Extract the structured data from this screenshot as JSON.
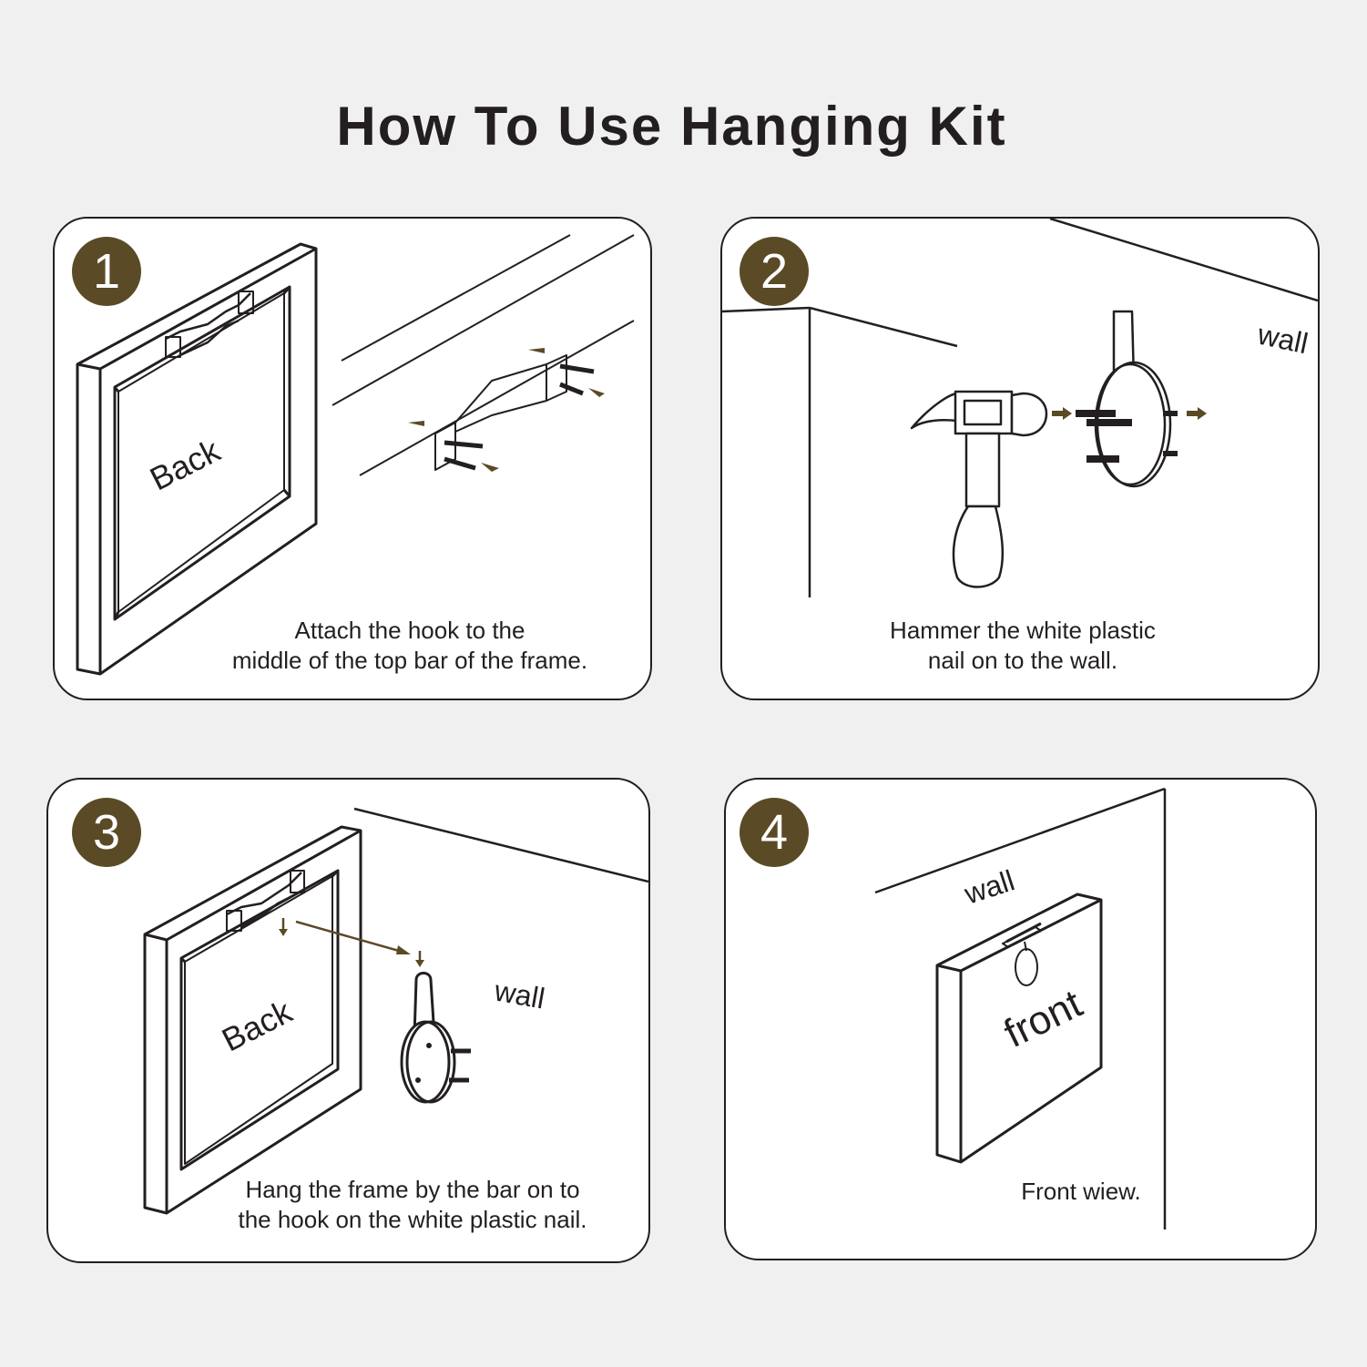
{
  "title": "How To Use Hanging Kit",
  "colors": {
    "badge": "#5b4a26",
    "arrow": "#5b4a26",
    "line": "#231f20",
    "background": "#f0f0f0"
  },
  "steps": [
    {
      "number": "1",
      "caption_line1": "Attach the hook to the",
      "caption_line2": "middle of the top bar of the frame.",
      "frame_label": "Back"
    },
    {
      "number": "2",
      "caption_line1": "Hammer the white plastic",
      "caption_line2": "nail on to the wall.",
      "wall_label": "wall"
    },
    {
      "number": "3",
      "caption_line1": "Hang the frame by the bar on to",
      "caption_line2": "the hook on the white plastic nail.",
      "frame_label": "Back",
      "wall_label": "wall"
    },
    {
      "number": "4",
      "caption_line1": "Front wiew.",
      "frame_label": "front",
      "wall_label": "wall"
    }
  ]
}
